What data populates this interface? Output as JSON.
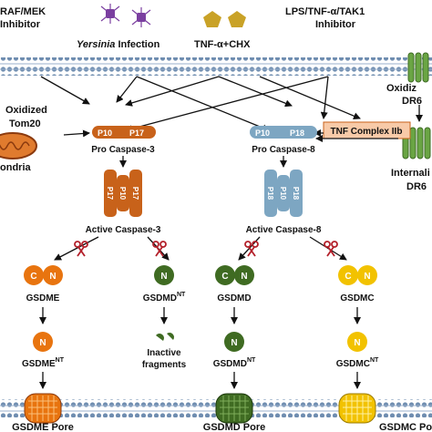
{
  "stimuli": {
    "raf_mek_line1": "RAF/MEK",
    "raf_mek_line2": "Inhibitor",
    "yersinia_italic": "Yersinia",
    "yersinia_rest": " Infection",
    "tnf_chx": "TNF-α+CHX",
    "lps_line1": "LPS/TNF-α/TAK1",
    "lps_line2": "Inhibitor"
  },
  "left": {
    "oxidized": "Oxidized",
    "tom20": "Tom20",
    "mitochondria": "ondria"
  },
  "right": {
    "oxidized_dr6": "Oxidiz",
    "dr6": "DR6",
    "internalized": "Internali",
    "dr6_2": "DR6"
  },
  "complex": {
    "tnf_complex": "TNF Complex IIb"
  },
  "caspase3": {
    "p10": "P10",
    "p17": "P17",
    "pro_label": "Pro Caspase-3",
    "active_label": "Active Caspase-3"
  },
  "caspase8": {
    "p10": "P10",
    "p18": "P18",
    "pro_label": "Pro Caspase-8",
    "active_label": "Active Caspase-8"
  },
  "gasdermins": {
    "c_letter": "C",
    "n_letter": "N",
    "gsdme": "GSDME",
    "gsdme_nt_base": "GSDME",
    "gsdmd_nt_base": "GSDMD",
    "gsdmd": "GSDMD",
    "gsdmd_nt2_base": "GSDMD",
    "gsdmc": "GSDMC",
    "gsdmc_nt_base": "GSDMC",
    "nt_sup": "NT",
    "inactive_line1": "Inactive",
    "inactive_line2": "fragments"
  },
  "pores": {
    "gsdme_pore": "GSDME Pore",
    "gsdmd_pore": "GSDMD Pore",
    "gsdmc_pore": "GSDMC Pore"
  },
  "colors": {
    "caspase3": "#c8621a",
    "caspase8": "#7da6c2",
    "gsdme": "#e8740f",
    "gsdmd": "#3f6b22",
    "gsdmc": "#f2c200",
    "scissors": "#b3202a",
    "membrane": "#6f8db0",
    "complex_box": "#f8caa8",
    "dr6": "#6aa544",
    "tnf_pentagon": "#c9a227",
    "yersinia": "#7b3fa0",
    "mitochondria": "#e07b2e"
  },
  "icons": [
    "yersinia-bacterium-icon",
    "tnf-pentagon-icon",
    "scissors-icon",
    "dr6-receptor-icon",
    "mitochondrion-icon",
    "pore-icon"
  ]
}
